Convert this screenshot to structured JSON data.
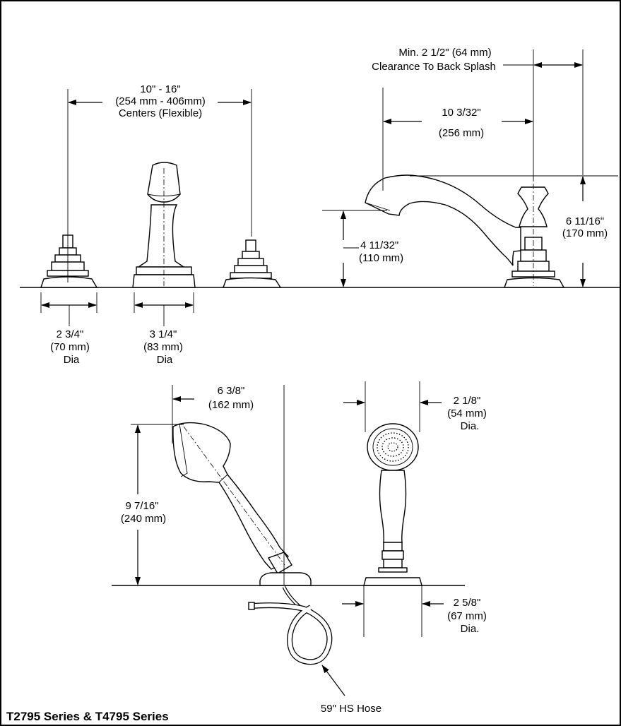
{
  "title": "T2795 Series & T4795 Series",
  "dimensions": {
    "centers": [
      "10\" - 16\"",
      "(254 mm - 406mm)",
      "Centers (Flexible)"
    ],
    "clearance": [
      "Min. 2 1/2\" (64 mm)",
      "Clearance To Back Splash"
    ],
    "spout_reach": [
      "10 3/32\"",
      "(256 mm)"
    ],
    "spout_height": [
      "4 11/32\"",
      "(110 mm)"
    ],
    "overall_height": [
      "6 11/16\"",
      "(170 mm)"
    ],
    "handle_base_dia": [
      "2 3/4\"",
      "(70 mm)",
      "Dia"
    ],
    "spout_base_dia": [
      "3 1/4\"",
      "(83 mm)",
      "Dia"
    ],
    "handshower_offset": [
      "6 3/8\"",
      "(162 mm)"
    ],
    "handshower_height": [
      "9 7/16\"",
      "(240 mm)"
    ],
    "handshower_head_dia": [
      "2 1/8\"",
      "(54 mm)",
      "Dia."
    ],
    "handshower_base_dia": [
      "2 5/8\"",
      "(67 mm)",
      "Dia."
    ],
    "hose": "59\" HS Hose"
  }
}
